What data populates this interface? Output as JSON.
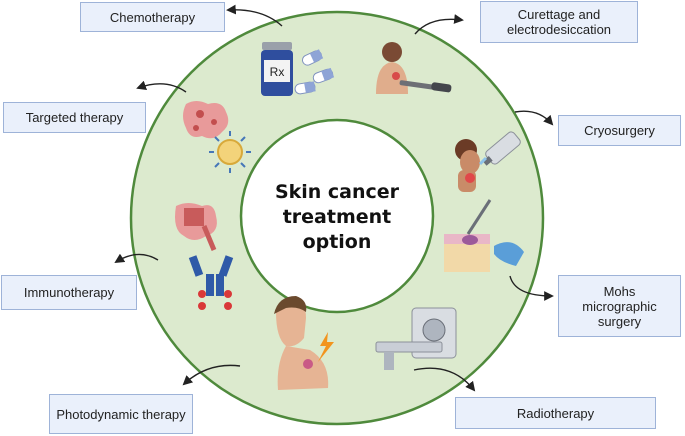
{
  "center": {
    "title": "Skin cancer\ntreatment\noption"
  },
  "treatments": [
    {
      "label": "Chemotherapy"
    },
    {
      "label": "Curettage and\nelectrodesiccation"
    },
    {
      "label": "Targeted therapy"
    },
    {
      "label": "Cryosurgery"
    },
    {
      "label": "Immunotherapy"
    },
    {
      "label": "Mohs\nmicrographic\nsurgery"
    },
    {
      "label": "Photodynamic therapy"
    },
    {
      "label": "Radiotherapy"
    }
  ],
  "icons": {
    "pill_bottle_text": "Rx",
    "names": [
      "pill-bottle-icon",
      "patient-curette-icon",
      "cancer-cells-icon",
      "cryo-spray-icon",
      "antibody-icon",
      "mohs-skin-icon",
      "photodynamic-patient-icon",
      "radiotherapy-machine-icon"
    ]
  },
  "colors": {
    "ring_fill": "#dceace",
    "ring_stroke": "#4f8a3c",
    "box_fill": "#eaf0fb",
    "box_border": "#9eb3d8",
    "arrow": "#222222"
  }
}
